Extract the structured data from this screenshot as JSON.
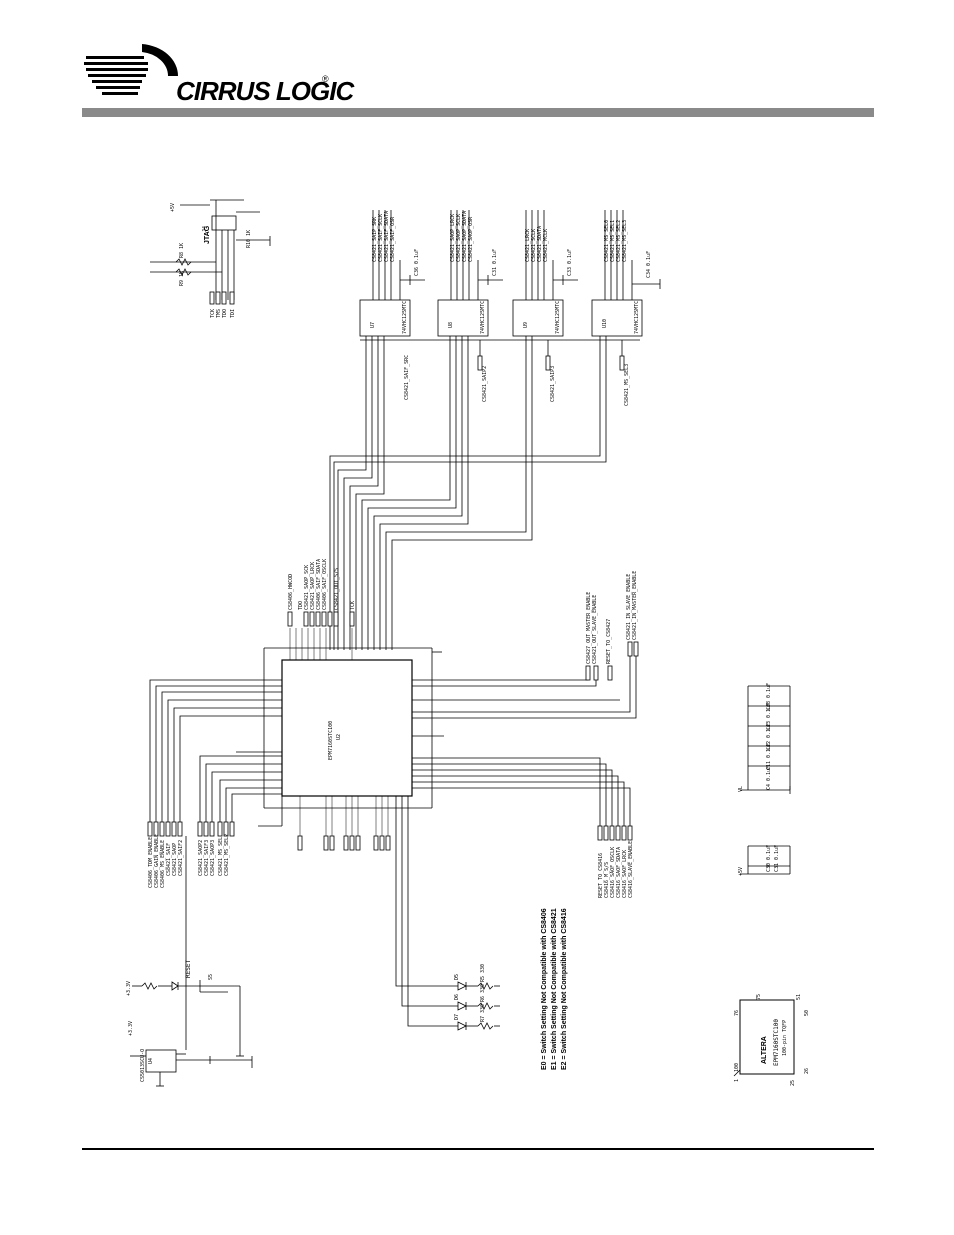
{
  "brand": {
    "name": "CIRRUS LOGIC",
    "registered": "®"
  },
  "jtag": {
    "title": "JTAG",
    "connector": "J4",
    "supply": "+5V",
    "signals": [
      "TCK",
      "TMS",
      "TDO",
      "TDI"
    ],
    "pull_labels": [
      "R8 1K",
      "R9 1K",
      "R10 1K"
    ]
  },
  "buffers": [
    {
      "ref": "U7",
      "part": "74VHC125MTC",
      "out_label": "CS8421_SAIF_SRC",
      "outputs": [
        "CS8421_SAIP_SRK",
        "CS8421_SAIF_SCLK",
        "CS8421_SAIF_SDATA",
        "CS8421_SAIF_OSR"
      ],
      "cap": "C36 0.1uF"
    },
    {
      "ref": "U8",
      "part": "74VHC125MTC",
      "out_label": "CS8421_SAIP2",
      "outputs": [
        "CS8421_SAOP_LRCK",
        "CS8421_SAOP_SCLK",
        "CS8421_SAOP_SDATA",
        "CS8421_SAOP_OSR"
      ],
      "cap": "C31 0.1uF"
    },
    {
      "ref": "U9",
      "part": "74VHC125MTC",
      "out_label": "CS8421_SAIP3",
      "outputs": [
        "CS8421_LRCK",
        "CS8421_SCLK",
        "CS8421_SDATA",
        "CS8421_MCLK"
      ],
      "cap": "C33 0.1uF"
    },
    {
      "ref": "U10",
      "part": "74VHC125MTC",
      "out_label": "CS8421_MS_SEL3",
      "outputs": [
        "CS8421_MS_SEL0",
        "CS8421_MS_SEL1",
        "CS8421_MS_SEL2",
        "CS8421_MS_SEL3"
      ],
      "cap": "C34 0.1uF"
    }
  ],
  "cpld": {
    "ref": "U2",
    "part": "EPM7160STC100",
    "top_labels": [
      "CS8406_HWCOD",
      "TDO",
      "CS8421_SAOP_SCK",
      "CS8421_SAOP_LRCK",
      "CS8406_SAIF_SDATA",
      "CS8406_SAIF_OSCLK",
      "CS8421_OUT_S/S",
      "TCK"
    ],
    "right_labels": [
      "CS8427_OUT_MASTER_ENABLE",
      "CS8421_OUT_SLAVE_ENABLE",
      "RESET_TO_CS8427",
      "CS8421_IN_SLAVE_ENABLE",
      "CS8421_IN_MASTER_ENABLE"
    ],
    "bottom_left_labels": [
      "CS8406_TDM_ENABLE",
      "CS8406_GAIN_ENABLE",
      "CS8406_MS_ENABLE",
      "CS8421_SAIF",
      "CS8421_SAOP",
      "CS8421_SAIF2",
      "CS8421_SAOP2",
      "CS8421_SAIF3",
      "CS8421_SAOP3",
      "CS8421_MS_SEL",
      "CS8421_MS_SEL2"
    ],
    "bottom_right_labels": [
      "RESET_TO_CS8416",
      "CS8416_M_S/S",
      "CS8416_SAOF_OSCLK",
      "CS8416_SAOF_SDATA",
      "CS8416_SAOF_LRCK",
      "CS8416_SLAVE_ENABLE"
    ]
  },
  "switch_notes": [
    "E0 = Switch Setting Not Compatible with CS8406",
    "E1 = Switch Setting Not Compatible with CS8421",
    "E2 = Switch Setting Not Compatible with CS8416"
  ],
  "reset": {
    "label": "RESET",
    "supply": "+3.3V",
    "switch": "S5"
  },
  "regulator": {
    "ref": "U4",
    "part": "CS5013SCU-O",
    "supply": "+3.3V"
  },
  "leds": [
    {
      "ref": "D5",
      "resistor": "R5 330"
    },
    {
      "ref": "D6",
      "resistor": "R6 330"
    },
    {
      "ref": "D7",
      "resistor": "R7 330"
    }
  ],
  "decoupling": {
    "vl_caps": [
      "C4 0.1uF",
      "C11 0.1uF",
      "C12 0.1uF",
      "C13 0.1uF",
      "C38 0.1uF"
    ],
    "v5_caps": [
      "C30 0.1uF",
      "C31 0.1uF"
    ],
    "vl_label": "VL",
    "v5_label": "+5V"
  },
  "altera_symbol": {
    "brand": "ALTERA",
    "part": "EPM7160STC100",
    "package": "100-pin TQFP",
    "pins": [
      "76",
      "75",
      "51",
      "100",
      "1",
      "25",
      "26",
      "50"
    ]
  }
}
